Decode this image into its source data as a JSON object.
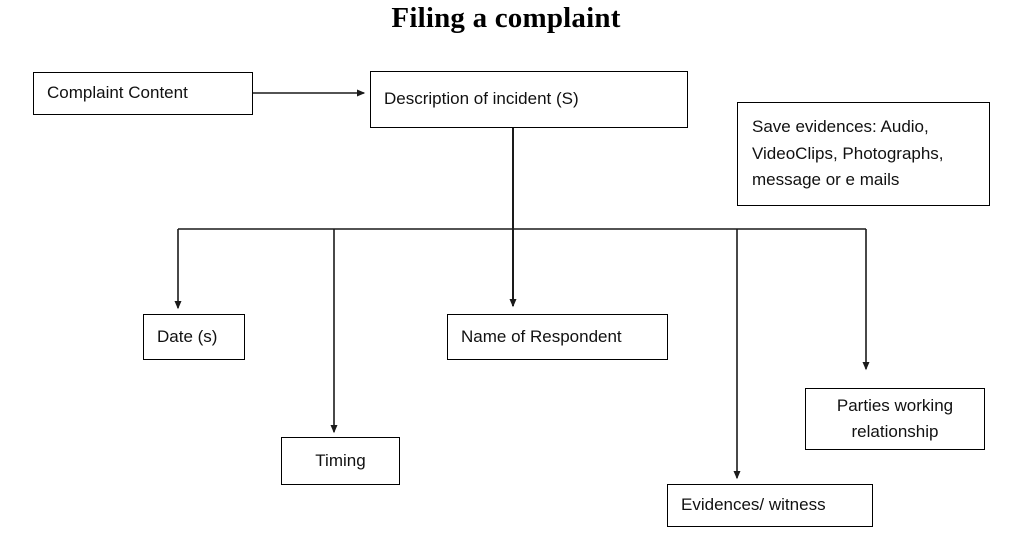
{
  "title": "Filing a complaint",
  "diagram": {
    "type": "flowchart",
    "nodes": [
      {
        "id": "complaint-content",
        "label": "Complaint Content"
      },
      {
        "id": "description-of-incident",
        "label": "Description of incident (S)"
      },
      {
        "id": "save-evidences",
        "lines": [
          "Save evidences: Audio,",
          "VideoClips, Photographs,",
          "message or e mails"
        ]
      },
      {
        "id": "dates",
        "label": "Date (s)"
      },
      {
        "id": "timing",
        "label": "Timing"
      },
      {
        "id": "name-of-respondent",
        "label": "Name of Respondent"
      },
      {
        "id": "evidences-witness",
        "label": "Evidences/ witness"
      },
      {
        "id": "parties-working-relationship",
        "lines": [
          "Parties working",
          "relationship"
        ]
      }
    ],
    "edges": [
      {
        "from": "complaint-content",
        "to": "description-of-incident"
      },
      {
        "from": "description-of-incident",
        "to": "dates"
      },
      {
        "from": "description-of-incident",
        "to": "timing"
      },
      {
        "from": "description-of-incident",
        "to": "name-of-respondent"
      },
      {
        "from": "description-of-incident",
        "to": "evidences-witness"
      },
      {
        "from": "description-of-incident",
        "to": "parties-working-relationship"
      }
    ],
    "line_color": "#1a1a1a",
    "box_border_color": "#000000",
    "background": "#ffffff"
  }
}
